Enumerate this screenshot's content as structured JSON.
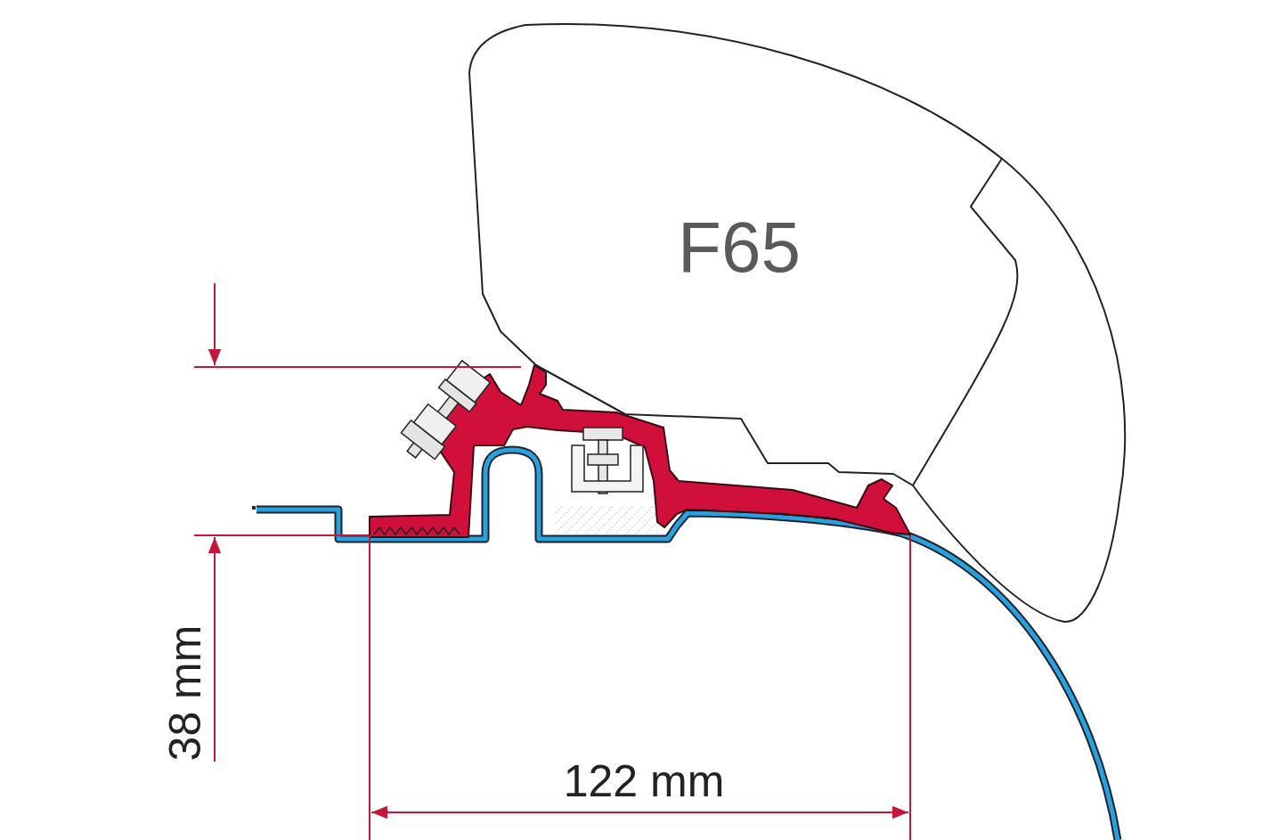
{
  "diagram": {
    "nodes": [
      {
        "text": [
          "F65"
        ]
      }
    ],
    "labels": [
      "38 mm",
      "122 mm"
    ]
  }
}
